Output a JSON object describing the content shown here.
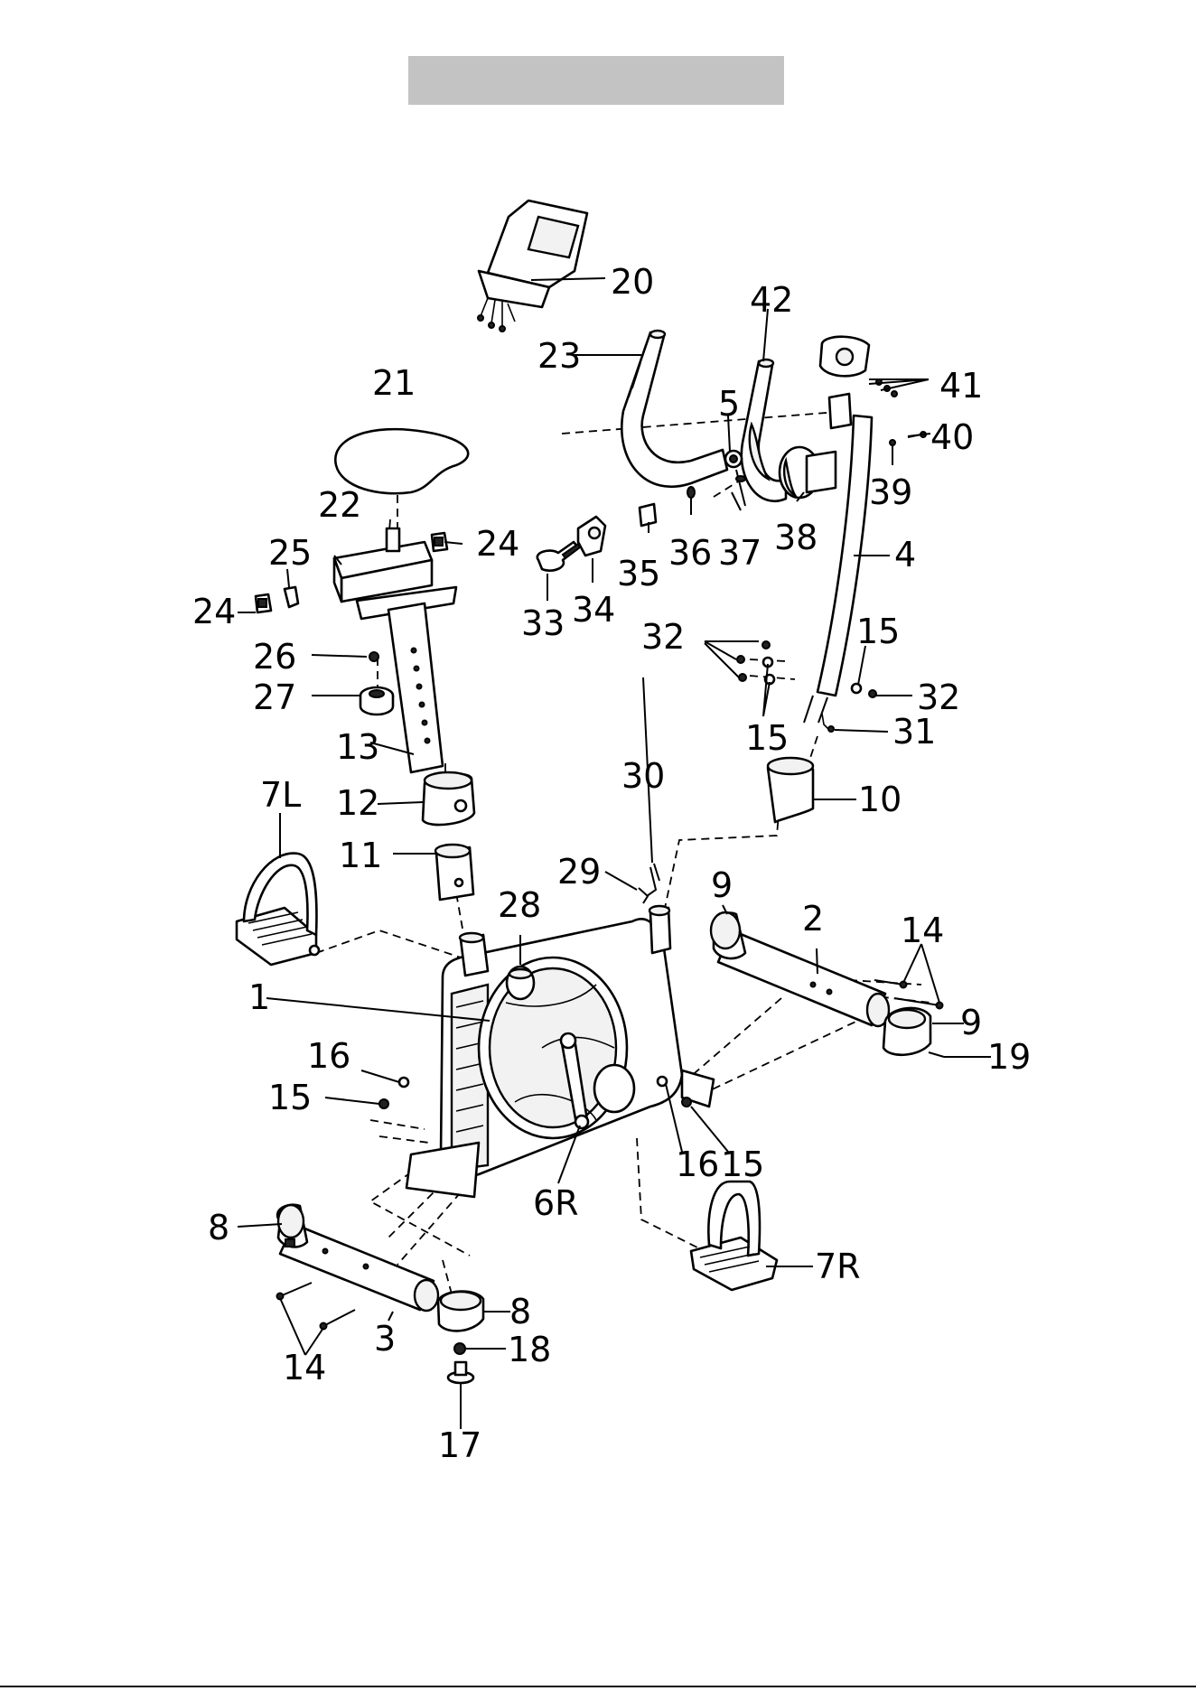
{
  "parts": [
    {
      "id": "p1",
      "text": "1"
    },
    {
      "id": "p2",
      "text": "2"
    },
    {
      "id": "p3",
      "text": "3"
    },
    {
      "id": "p4",
      "text": "4"
    },
    {
      "id": "p5",
      "text": "5"
    },
    {
      "id": "p6r",
      "text": "6R"
    },
    {
      "id": "p7l",
      "text": "7L"
    },
    {
      "id": "p7r",
      "text": "7R"
    },
    {
      "id": "p8a",
      "text": "8"
    },
    {
      "id": "p8b",
      "text": "8"
    },
    {
      "id": "p9a",
      "text": "9"
    },
    {
      "id": "p9b",
      "text": "9"
    },
    {
      "id": "p10",
      "text": "10"
    },
    {
      "id": "p11",
      "text": "11"
    },
    {
      "id": "p12",
      "text": "12"
    },
    {
      "id": "p13",
      "text": "13"
    },
    {
      "id": "p14a",
      "text": "14"
    },
    {
      "id": "p14b",
      "text": "14"
    },
    {
      "id": "p15a",
      "text": "15"
    },
    {
      "id": "p15b",
      "text": "15"
    },
    {
      "id": "p15c",
      "text": "15"
    },
    {
      "id": "p15d",
      "text": "15"
    },
    {
      "id": "p16a",
      "text": "16"
    },
    {
      "id": "p16b",
      "text": "16"
    },
    {
      "id": "p17",
      "text": "17"
    },
    {
      "id": "p18",
      "text": "18"
    },
    {
      "id": "p19",
      "text": "19"
    },
    {
      "id": "p20",
      "text": "20"
    },
    {
      "id": "p21",
      "text": "21"
    },
    {
      "id": "p22",
      "text": "22"
    },
    {
      "id": "p23",
      "text": "23"
    },
    {
      "id": "p24a",
      "text": "24"
    },
    {
      "id": "p24b",
      "text": "24"
    },
    {
      "id": "p25",
      "text": "25"
    },
    {
      "id": "p26",
      "text": "26"
    },
    {
      "id": "p27",
      "text": "27"
    },
    {
      "id": "p28",
      "text": "28"
    },
    {
      "id": "p29",
      "text": "29"
    },
    {
      "id": "p30",
      "text": "30"
    },
    {
      "id": "p31",
      "text": "31"
    },
    {
      "id": "p32a",
      "text": "32"
    },
    {
      "id": "p32b",
      "text": "32"
    },
    {
      "id": "p33",
      "text": "33"
    },
    {
      "id": "p34",
      "text": "34"
    },
    {
      "id": "p35",
      "text": "35"
    },
    {
      "id": "p36",
      "text": "36"
    },
    {
      "id": "p37",
      "text": "37"
    },
    {
      "id": "p38",
      "text": "38"
    },
    {
      "id": "p39",
      "text": "39"
    },
    {
      "id": "p40",
      "text": "40"
    },
    {
      "id": "p41",
      "text": "41"
    },
    {
      "id": "p42",
      "text": "42"
    }
  ]
}
